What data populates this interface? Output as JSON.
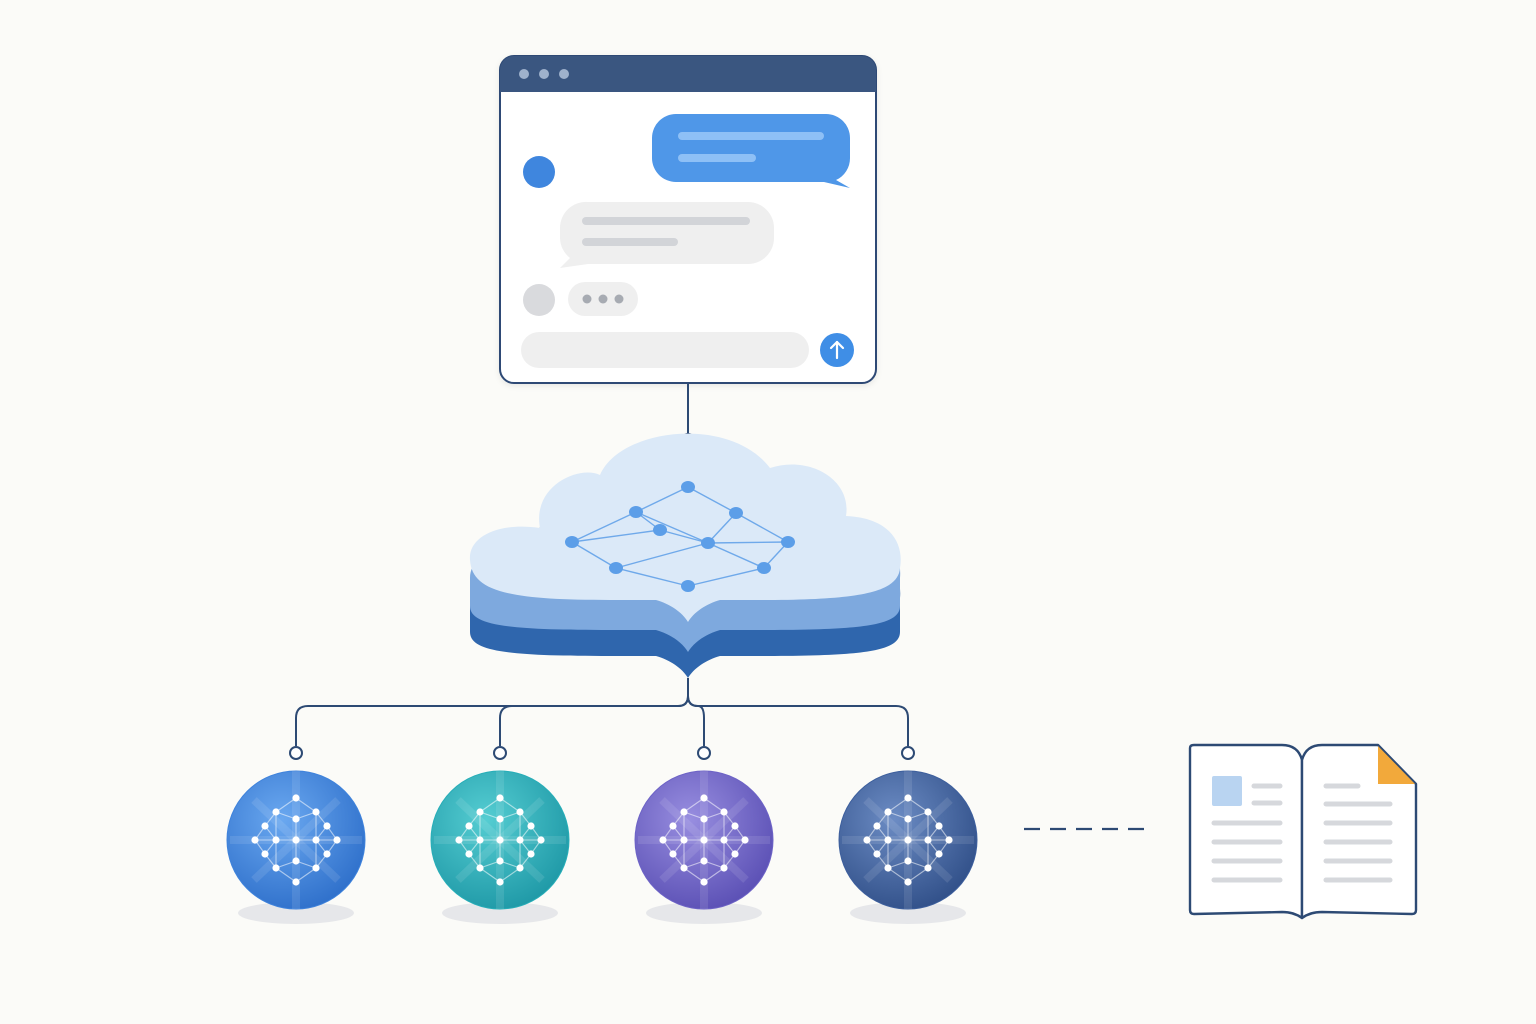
{
  "colors": {
    "background": "#fbfbf8",
    "outline": "#2d4a74",
    "titlebar": "#3a5680",
    "window_dot": "#9fb2cc",
    "user_bubble": "#4f97e8",
    "user_bubble_line": "#8ec0f6",
    "assistant_bubble": "#efefef",
    "assistant_line": "#d2d4d8",
    "avatar_assistant": "#3f86de",
    "avatar_user": "#d9dadd",
    "send_button": "#3f8ee6",
    "cloud_top": "#dbe9f8",
    "cloud_mid": "#7ea9de",
    "cloud_base": "#2f66ad",
    "cloud_node": "#5c9ee8",
    "accent_corner": "#f2a93b"
  },
  "chat_window": {
    "window_dots": 3,
    "messages": [
      {
        "role": "user",
        "line_count": 2
      },
      {
        "role": "assistant",
        "line_count": 2
      },
      {
        "role": "assistant",
        "status": "typing"
      }
    ],
    "input": {
      "icon": "arrow-up-icon"
    }
  },
  "cloud": {
    "icon": "cloud-network-icon",
    "nodes": 10
  },
  "model_spheres": [
    {
      "icon": "neural-network-sphere-icon",
      "color": "#3f83dc"
    },
    {
      "icon": "neural-network-sphere-icon",
      "color": "#27aeb8"
    },
    {
      "icon": "neural-network-sphere-icon",
      "color": "#6d63c6"
    },
    {
      "icon": "neural-network-sphere-icon",
      "color": "#3d5f9d"
    }
  ],
  "document": {
    "icon": "open-book-icon",
    "connector": "dashed"
  }
}
